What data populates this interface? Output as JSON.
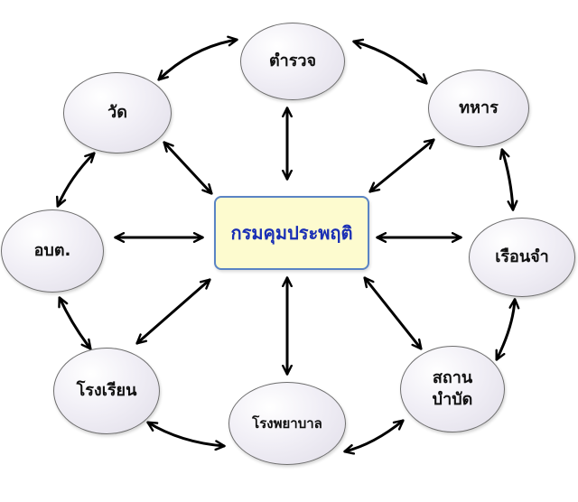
{
  "center": {
    "label": "กรมคุมประพฤติ"
  },
  "nodes": [
    {
      "id": "police",
      "label": "ตำรวจ"
    },
    {
      "id": "military",
      "label": "ทหาร"
    },
    {
      "id": "prison",
      "label": "เรือนจำ"
    },
    {
      "id": "treatment",
      "label": "สถาน\nบำบัด"
    },
    {
      "id": "hospital",
      "label": "โรงพยาบาล"
    },
    {
      "id": "school",
      "label": "โรงเรียน"
    },
    {
      "id": "sao",
      "label": "อบต."
    },
    {
      "id": "temple",
      "label": "วัด"
    }
  ],
  "colors": {
    "center_fill": "#fdfbcf",
    "center_border": "#5a84c4",
    "center_text": "#1a2fb5",
    "node_border": "#6e6e6e",
    "arrow": "#000000"
  }
}
